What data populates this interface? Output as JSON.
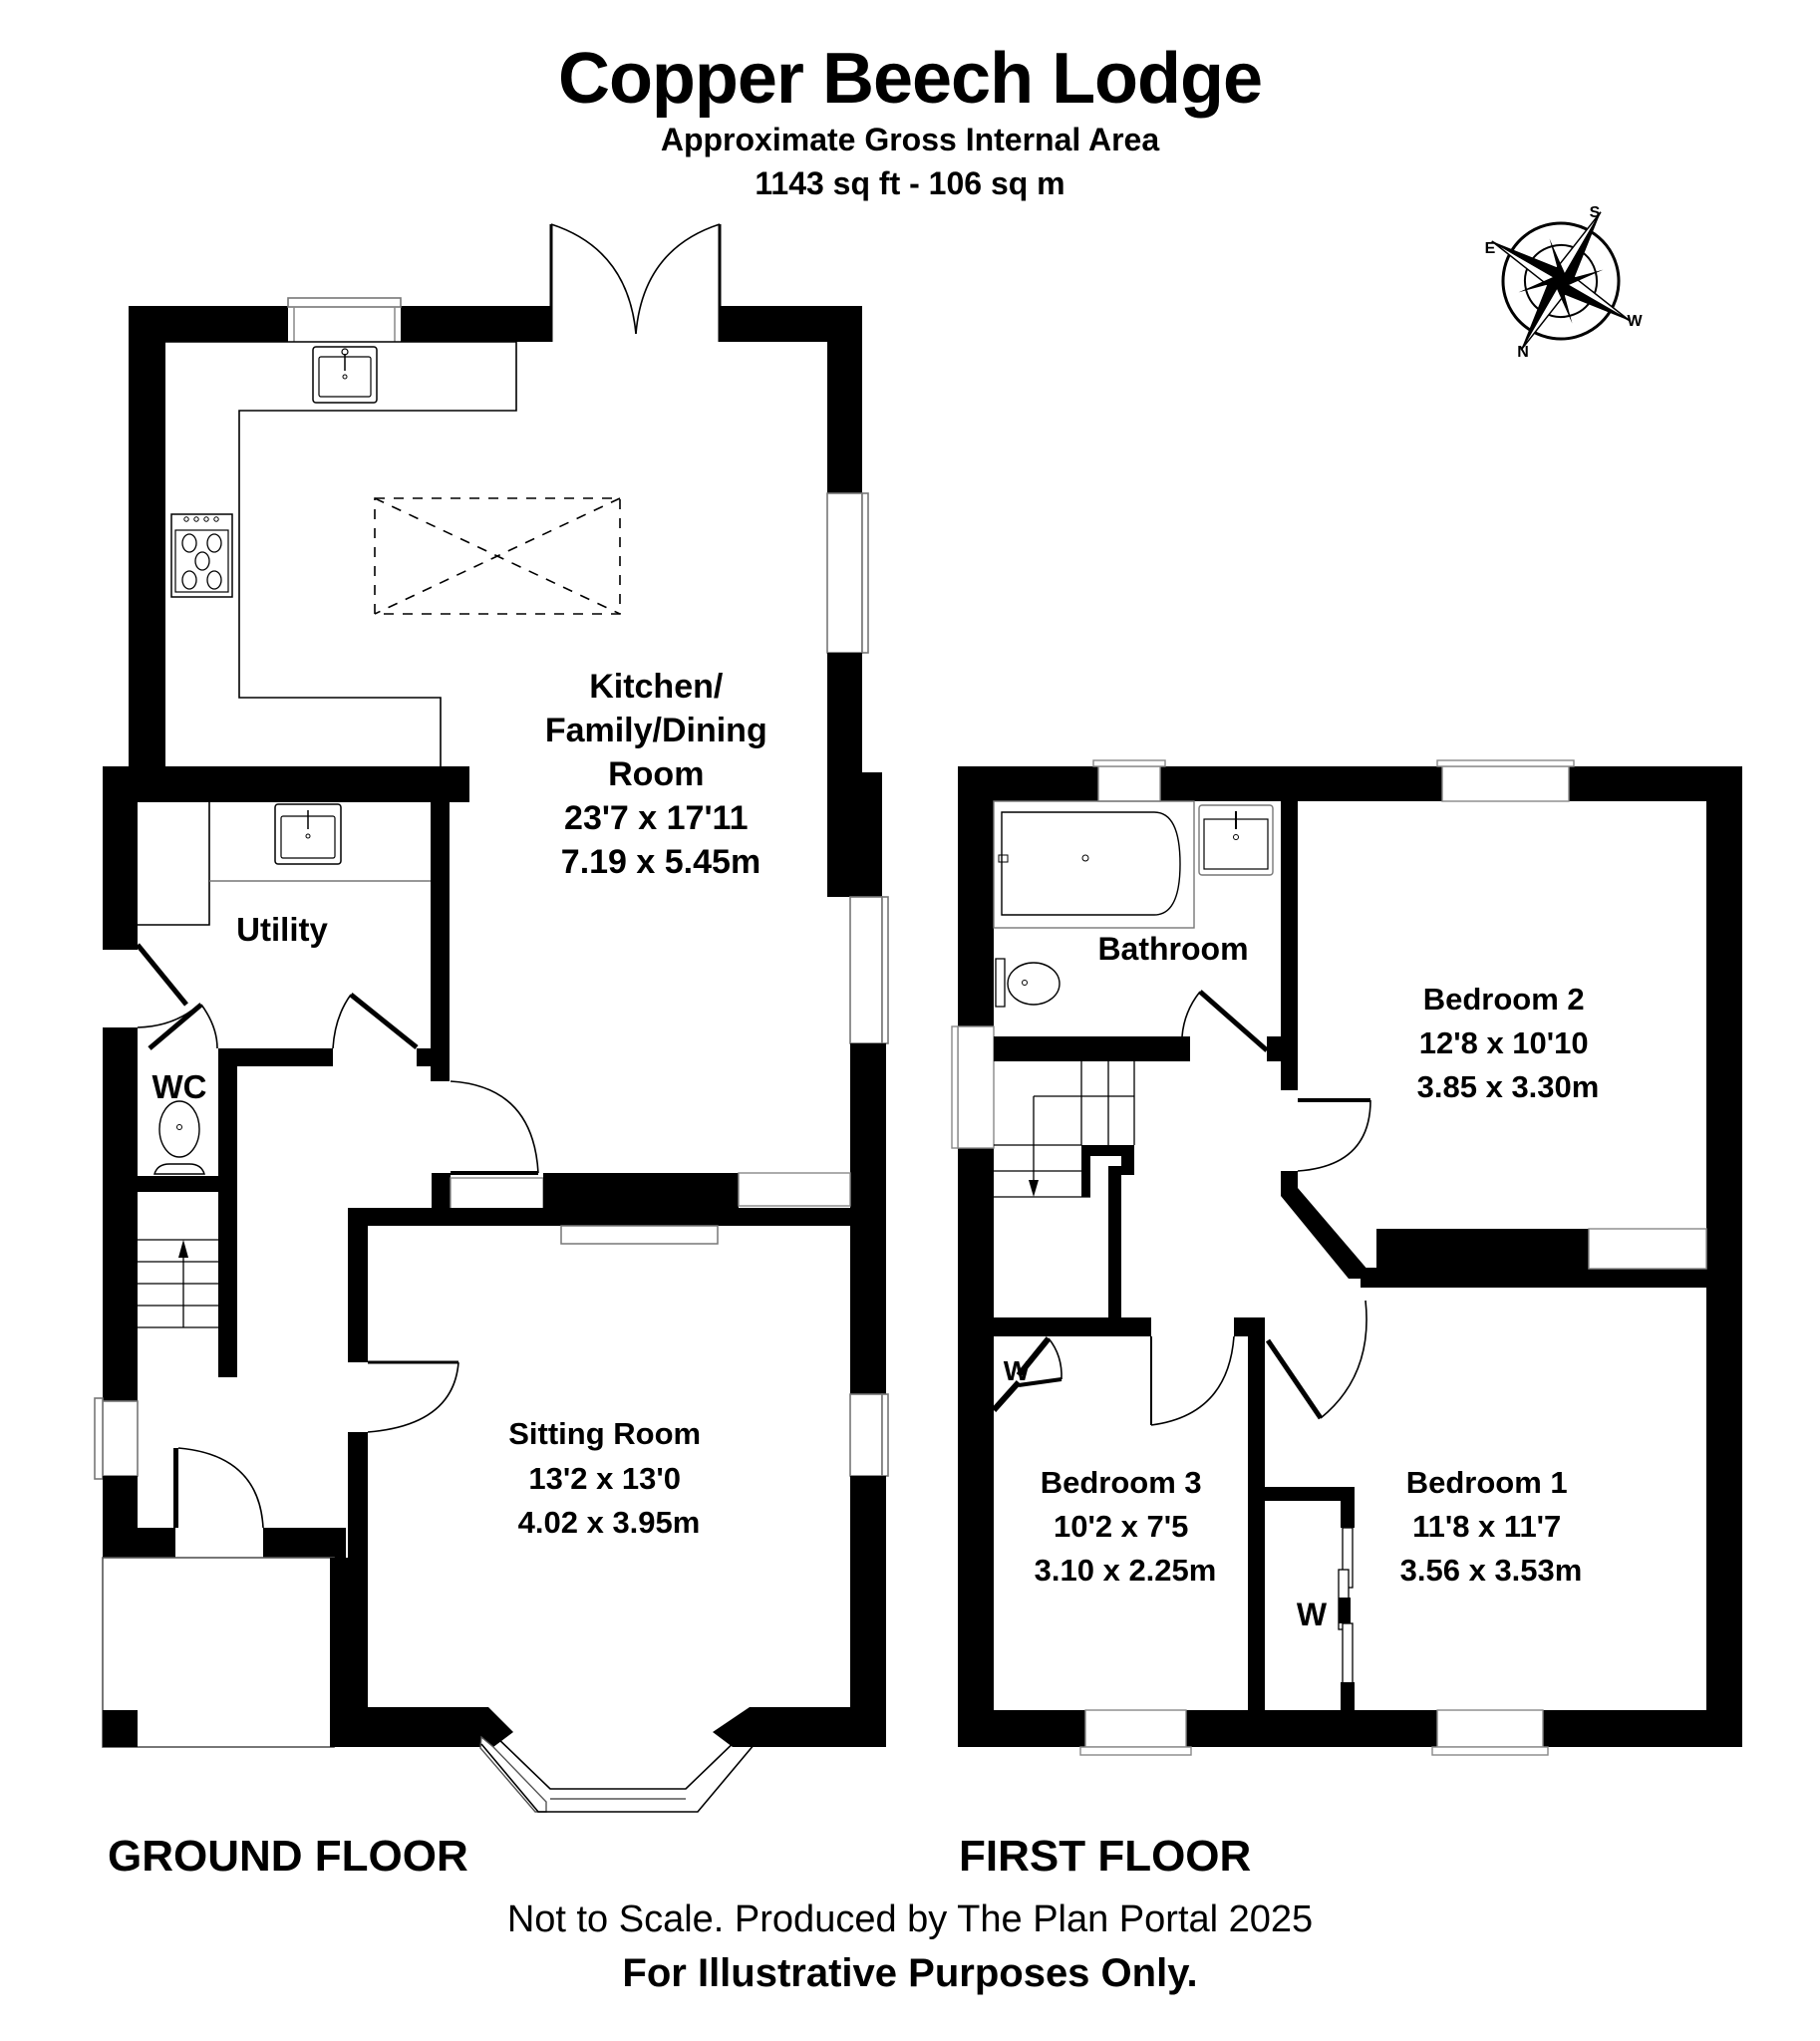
{
  "header": {
    "title": "Copper Beech Lodge",
    "subtitle": "Approximate Gross Internal Area",
    "area": "1143 sq ft - 106 sq m"
  },
  "compass": {
    "icon": "compass-rose-icon",
    "labels": {
      "north": "N",
      "south": "S",
      "east": "E",
      "west": "W"
    }
  },
  "floors": {
    "ground": {
      "label": "GROUND FLOOR",
      "rooms": [
        {
          "name_lines": [
            "Kitchen/",
            "Family/Dining",
            "Room"
          ],
          "imperial": "23'7 x 17'11",
          "metric": "7.19 x 5.45m"
        },
        {
          "name": "Utility"
        },
        {
          "name": "WC"
        },
        {
          "name": "Sitting Room",
          "imperial": "13'2 x 13'0",
          "metric": "4.02 x 3.95m"
        }
      ]
    },
    "first": {
      "label": "FIRST FLOOR",
      "rooms": [
        {
          "name": "Bathroom"
        },
        {
          "name": "Bedroom 2",
          "imperial": "12'8 x 10'10",
          "metric": "3.85 x 3.30m"
        },
        {
          "name": "Bedroom 3",
          "imperial": "10'2 x 7'5",
          "metric": "3.10 x 2.25m"
        },
        {
          "name": "Bedroom 1",
          "imperial": "11'8 x 11'7",
          "metric": "3.56 x 3.53m"
        }
      ],
      "wardrobe_labels": [
        "W",
        "W"
      ]
    }
  },
  "footer": {
    "note": "Not to Scale. Produced by The Plan Portal 2025",
    "disclaimer": "For Illustrative Purposes Only."
  },
  "colors": {
    "wall": "#000000",
    "background": "#ffffff",
    "fixture_outline": "#777777"
  }
}
